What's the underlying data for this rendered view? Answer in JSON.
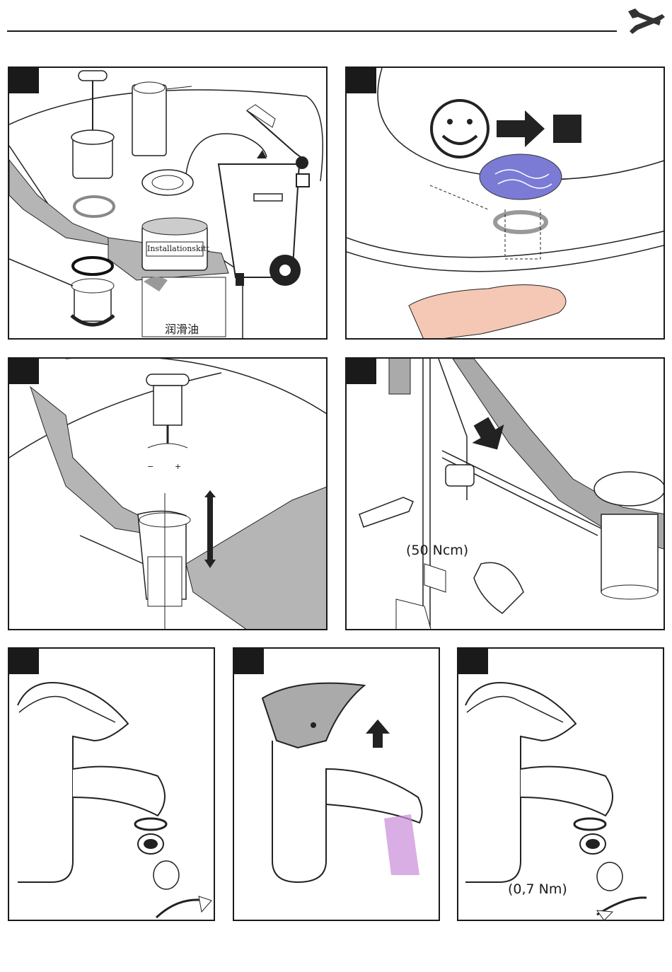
{
  "header": {
    "tools_icon": "wrench-screwdriver-icon"
  },
  "panels": [
    {
      "id": "step-1",
      "product_label": "Installationskitt",
      "lubricant_label": "润滑油"
    },
    {
      "id": "step-2"
    },
    {
      "id": "step-3",
      "minus_label": "−",
      "plus_label": "+"
    },
    {
      "id": "step-4",
      "torque_label": "(50 Ncm)"
    },
    {
      "id": "step-5"
    },
    {
      "id": "step-6"
    },
    {
      "id": "step-7",
      "torque_label": "(0,7 Nm)"
    }
  ]
}
